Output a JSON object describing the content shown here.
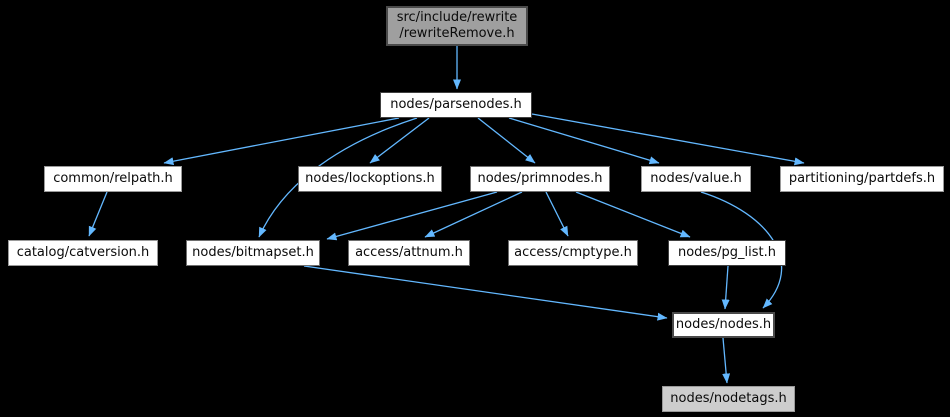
{
  "diagram_type": "include-dependency-graph",
  "colors": {
    "background": "#000000",
    "edge": "#63b8ff",
    "node_fill": "#ffffff",
    "node_border": "#8f8f8f",
    "node_border_dark": "#404040",
    "root_fill": "#9f9f9f",
    "gray_node_fill": "#cdcdcd",
    "text": "#0a0a0a"
  },
  "nodes": [
    {
      "id": "root",
      "label": "src/include/rewrite\n/rewriteRemove.h"
    },
    {
      "id": "parsenodes",
      "label": "nodes/parsenodes.h"
    },
    {
      "id": "relpath",
      "label": "common/relpath.h"
    },
    {
      "id": "lockoptions",
      "label": "nodes/lockoptions.h"
    },
    {
      "id": "primnodes",
      "label": "nodes/primnodes.h"
    },
    {
      "id": "value",
      "label": "nodes/value.h"
    },
    {
      "id": "partdefs",
      "label": "partitioning/partdefs.h"
    },
    {
      "id": "catversion",
      "label": "catalog/catversion.h"
    },
    {
      "id": "bitmapset",
      "label": "nodes/bitmapset.h"
    },
    {
      "id": "attnum",
      "label": "access/attnum.h"
    },
    {
      "id": "cmptype",
      "label": "access/cmptype.h"
    },
    {
      "id": "pg_list",
      "label": "nodes/pg_list.h"
    },
    {
      "id": "nodes_h",
      "label": "nodes/nodes.h"
    },
    {
      "id": "nodetags",
      "label": "nodes/nodetags.h"
    }
  ],
  "edges": [
    {
      "from": "root",
      "to": "parsenodes"
    },
    {
      "from": "parsenodes",
      "to": "relpath"
    },
    {
      "from": "parsenodes",
      "to": "lockoptions"
    },
    {
      "from": "parsenodes",
      "to": "primnodes"
    },
    {
      "from": "parsenodes",
      "to": "value"
    },
    {
      "from": "parsenodes",
      "to": "partdefs"
    },
    {
      "from": "parsenodes",
      "to": "bitmapset"
    },
    {
      "from": "relpath",
      "to": "catversion"
    },
    {
      "from": "primnodes",
      "to": "bitmapset"
    },
    {
      "from": "primnodes",
      "to": "attnum"
    },
    {
      "from": "primnodes",
      "to": "cmptype"
    },
    {
      "from": "primnodes",
      "to": "pg_list"
    },
    {
      "from": "value",
      "to": "nodes_h"
    },
    {
      "from": "pg_list",
      "to": "nodes_h"
    },
    {
      "from": "bitmapset",
      "to": "nodes_h"
    },
    {
      "from": "nodes_h",
      "to": "nodetags"
    }
  ]
}
